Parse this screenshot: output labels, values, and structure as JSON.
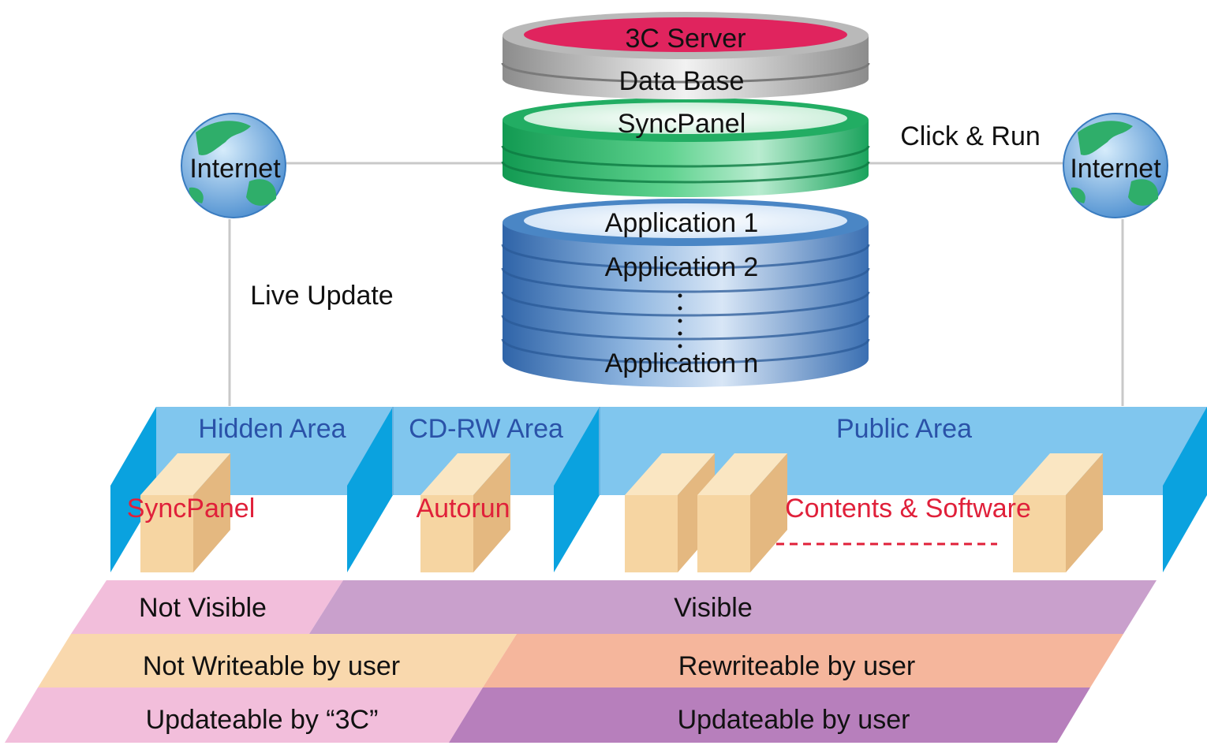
{
  "server": {
    "title": "3C Server",
    "database": "Data Base",
    "syncpanel": "SyncPanel",
    "applications": [
      "Application 1",
      "Application 2",
      "Application n"
    ]
  },
  "internet_left": "Internet",
  "internet_right": "Internet",
  "click_run": "Click & Run",
  "live_update": "Live Update",
  "areas": {
    "hidden": "Hidden Area",
    "cdrw": "CD-RW Area",
    "public": "Public Area"
  },
  "area_contents": {
    "syncpanel": "SyncPanel",
    "autorun": "Autorun",
    "contents": "Contents & Software"
  },
  "bands": {
    "visibility": {
      "left": "Not Visible",
      "right": "Visible"
    },
    "writeability": {
      "left": "Not Writeable by user",
      "right": "Rewriteable by user"
    },
    "updateability": {
      "left": "Updateable by “3C”",
      "right": "Updateable by user"
    }
  },
  "colors": {
    "server_red": "#e0245e",
    "sync_green": "#27b36a",
    "app_blue": "#4a86c5",
    "area_blue": "#7fc4ec",
    "area_edge": "#0aa2df",
    "block": "#f6d9a8",
    "band_pink": "#f2bedb",
    "band_purple": "#c9a0cc",
    "band_peach": "#f9d8ad",
    "band_salmon": "#f5b69c",
    "band_purple2": "#b77fbc",
    "label_red": "#e0203a",
    "label_blue": "#2a52a8"
  }
}
